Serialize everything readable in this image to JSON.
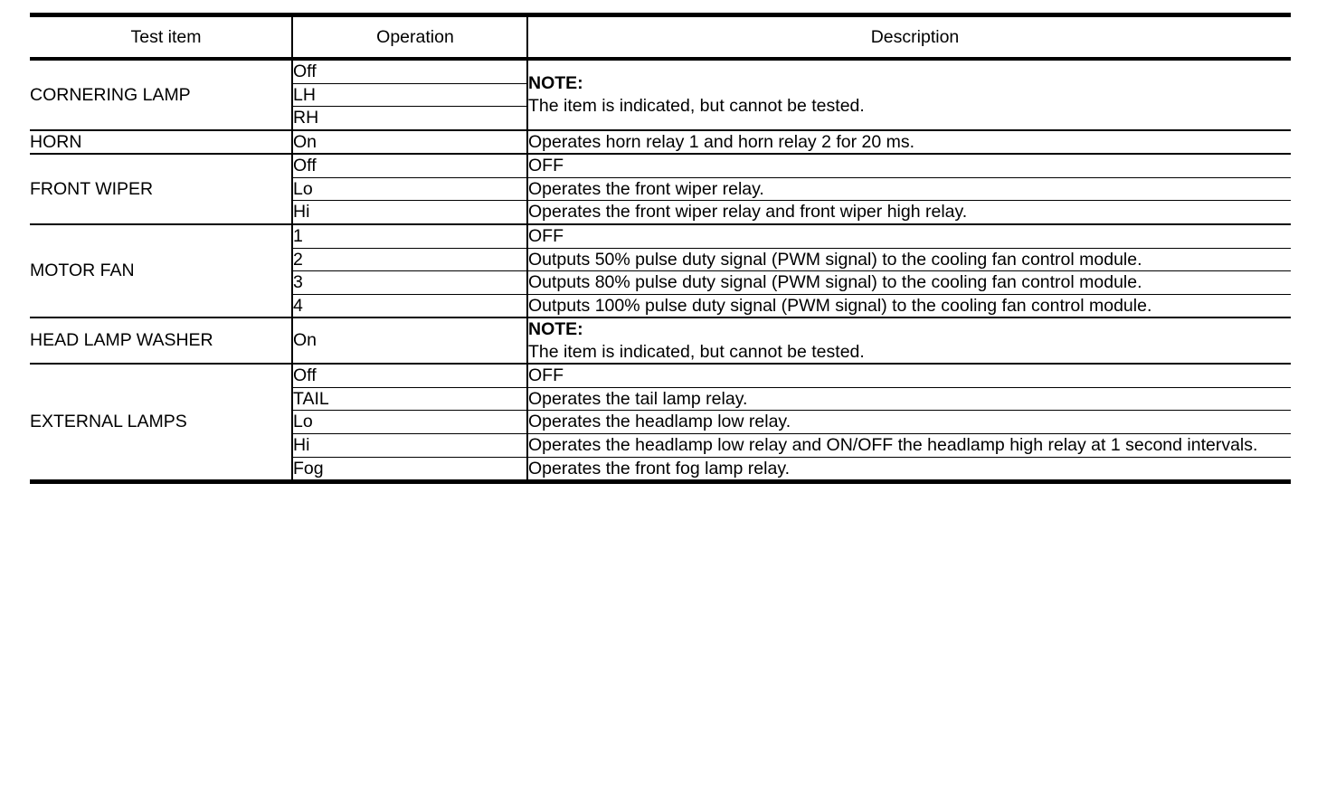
{
  "table": {
    "columns": [
      "Test item",
      "Operation",
      "Description"
    ],
    "groups": [
      {
        "test_item": "CORNERING LAMP",
        "rows": [
          {
            "operation": "Off",
            "description": "",
            "description_note_label": "NOTE:",
            "description_note_body": "The item is indicated, but cannot be tested.",
            "description_rowspan": 3
          },
          {
            "operation": "LH",
            "description": ""
          },
          {
            "operation": "RH",
            "description": ""
          }
        ]
      },
      {
        "test_item": "HORN",
        "rows": [
          {
            "operation": "On",
            "description": "Operates horn relay 1 and horn relay 2 for 20 ms."
          }
        ]
      },
      {
        "test_item": "FRONT WIPER",
        "rows": [
          {
            "operation": "Off",
            "description": "OFF"
          },
          {
            "operation": "Lo",
            "description": "Operates the front wiper relay."
          },
          {
            "operation": "Hi",
            "description": "Operates the front wiper relay and front wiper high relay."
          }
        ]
      },
      {
        "test_item": "MOTOR FAN",
        "rows": [
          {
            "operation": "1",
            "description": "OFF"
          },
          {
            "operation": "2",
            "description": "Outputs 50% pulse duty signal (PWM signal) to the cooling fan control module."
          },
          {
            "operation": "3",
            "description": "Outputs 80% pulse duty signal (PWM signal) to the cooling fan control module."
          },
          {
            "operation": "4",
            "description": "Outputs 100% pulse duty signal (PWM signal) to the cooling fan control module."
          }
        ]
      },
      {
        "test_item": "HEAD LAMP WASHER",
        "rows": [
          {
            "operation": "On",
            "description": "",
            "description_note_label": "NOTE:",
            "description_note_body": "The item is indicated, but cannot be tested.",
            "description_rowspan": 1
          }
        ]
      },
      {
        "test_item": "EXTERNAL LAMPS",
        "rows": [
          {
            "operation": "Off",
            "description": "OFF"
          },
          {
            "operation": "TAIL",
            "description": "Operates the tail lamp relay."
          },
          {
            "operation": "Lo",
            "description": "Operates the headlamp low relay."
          },
          {
            "operation": "Hi",
            "description": "Operates the headlamp low relay and ON/OFF the headlamp high relay at 1 second intervals."
          },
          {
            "operation": "Fog",
            "description": "Operates the front fog lamp relay."
          }
        ]
      }
    ]
  }
}
